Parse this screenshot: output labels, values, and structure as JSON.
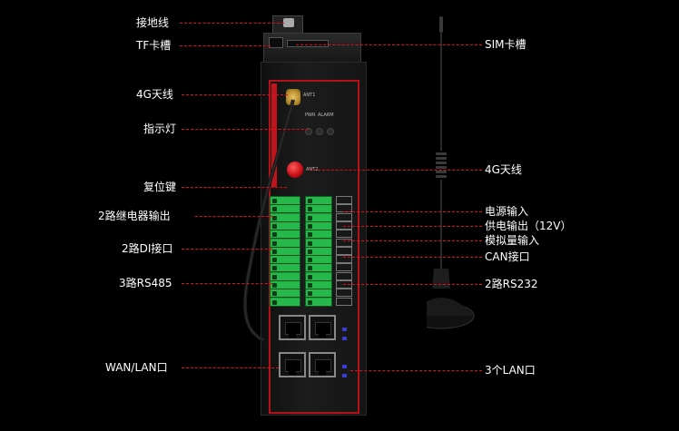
{
  "labels_left": [
    {
      "key": "ground",
      "text": "接地线"
    },
    {
      "key": "tf",
      "text": "TF卡槽"
    },
    {
      "key": "ant4g",
      "text": "4G天线"
    },
    {
      "key": "indicator",
      "text": "指示灯"
    },
    {
      "key": "reset",
      "text": "复位键"
    },
    {
      "key": "relay",
      "text": "2路继电器输出"
    },
    {
      "key": "di",
      "text": "2路DI接口"
    },
    {
      "key": "rs485",
      "text": "3路RS485"
    },
    {
      "key": "wanlan",
      "text": "WAN/LAN口"
    }
  ],
  "labels_right": [
    {
      "key": "sim",
      "text": "SIM卡槽"
    },
    {
      "key": "ant4g2",
      "text": "4G天线"
    },
    {
      "key": "power_in",
      "text": "电源输入"
    },
    {
      "key": "power_out",
      "text": "供电输出（12V）"
    },
    {
      "key": "analog",
      "text": "模拟量输入"
    },
    {
      "key": "can",
      "text": "CAN接口"
    },
    {
      "key": "rs232",
      "text": "2路RS232"
    },
    {
      "key": "lan3",
      "text": "3个LAN口"
    }
  ],
  "device": {
    "ant1_label": "ANT1",
    "ant2_label": "ANT2",
    "led_labels": [
      "PWR",
      "ALARM"
    ],
    "colors": {
      "frame": "#b31219",
      "terminal": "#26b84b",
      "reset": "#c40c14",
      "leader": "#e0101a"
    }
  }
}
